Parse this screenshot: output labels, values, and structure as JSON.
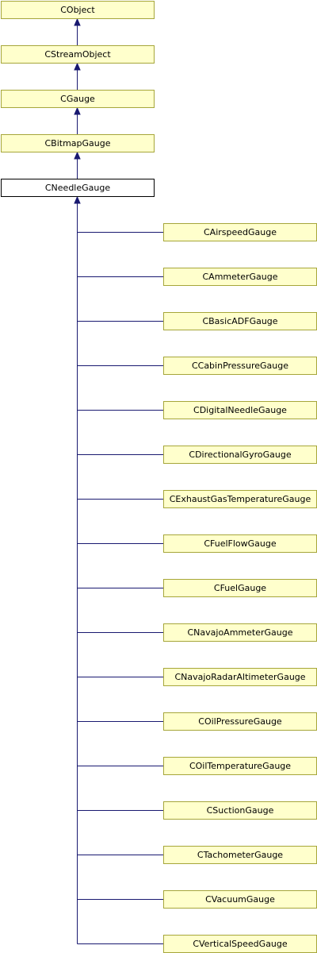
{
  "ancestors": [
    {
      "label": "CObject"
    },
    {
      "label": "CStreamObject"
    },
    {
      "label": "CGauge"
    },
    {
      "label": "CBitmapGauge"
    }
  ],
  "current": {
    "label": "CNeedleGauge"
  },
  "children": [
    {
      "label": "CAirspeedGauge"
    },
    {
      "label": "CAmmeterGauge"
    },
    {
      "label": "CBasicADFGauge"
    },
    {
      "label": "CCabinPressureGauge"
    },
    {
      "label": "CDigitalNeedleGauge"
    },
    {
      "label": "CDirectionalGyroGauge"
    },
    {
      "label": "CExhaustGasTemperatureGauge"
    },
    {
      "label": "CFuelFlowGauge"
    },
    {
      "label": "CFuelGauge"
    },
    {
      "label": "CNavajoAmmeterGauge"
    },
    {
      "label": "CNavajoRadarAltimeterGauge"
    },
    {
      "label": "COilPressureGauge"
    },
    {
      "label": "COilTemperatureGauge"
    },
    {
      "label": "CSuctionGauge"
    },
    {
      "label": "CTachometerGauge"
    },
    {
      "label": "CVacuumGauge"
    },
    {
      "label": "CVerticalSpeedGauge"
    }
  ],
  "colors": {
    "node_fill": "#ffffcc",
    "node_border": "#a6a63a",
    "current_fill": "#ffffff",
    "current_border": "#000000",
    "edge": "#191970"
  }
}
